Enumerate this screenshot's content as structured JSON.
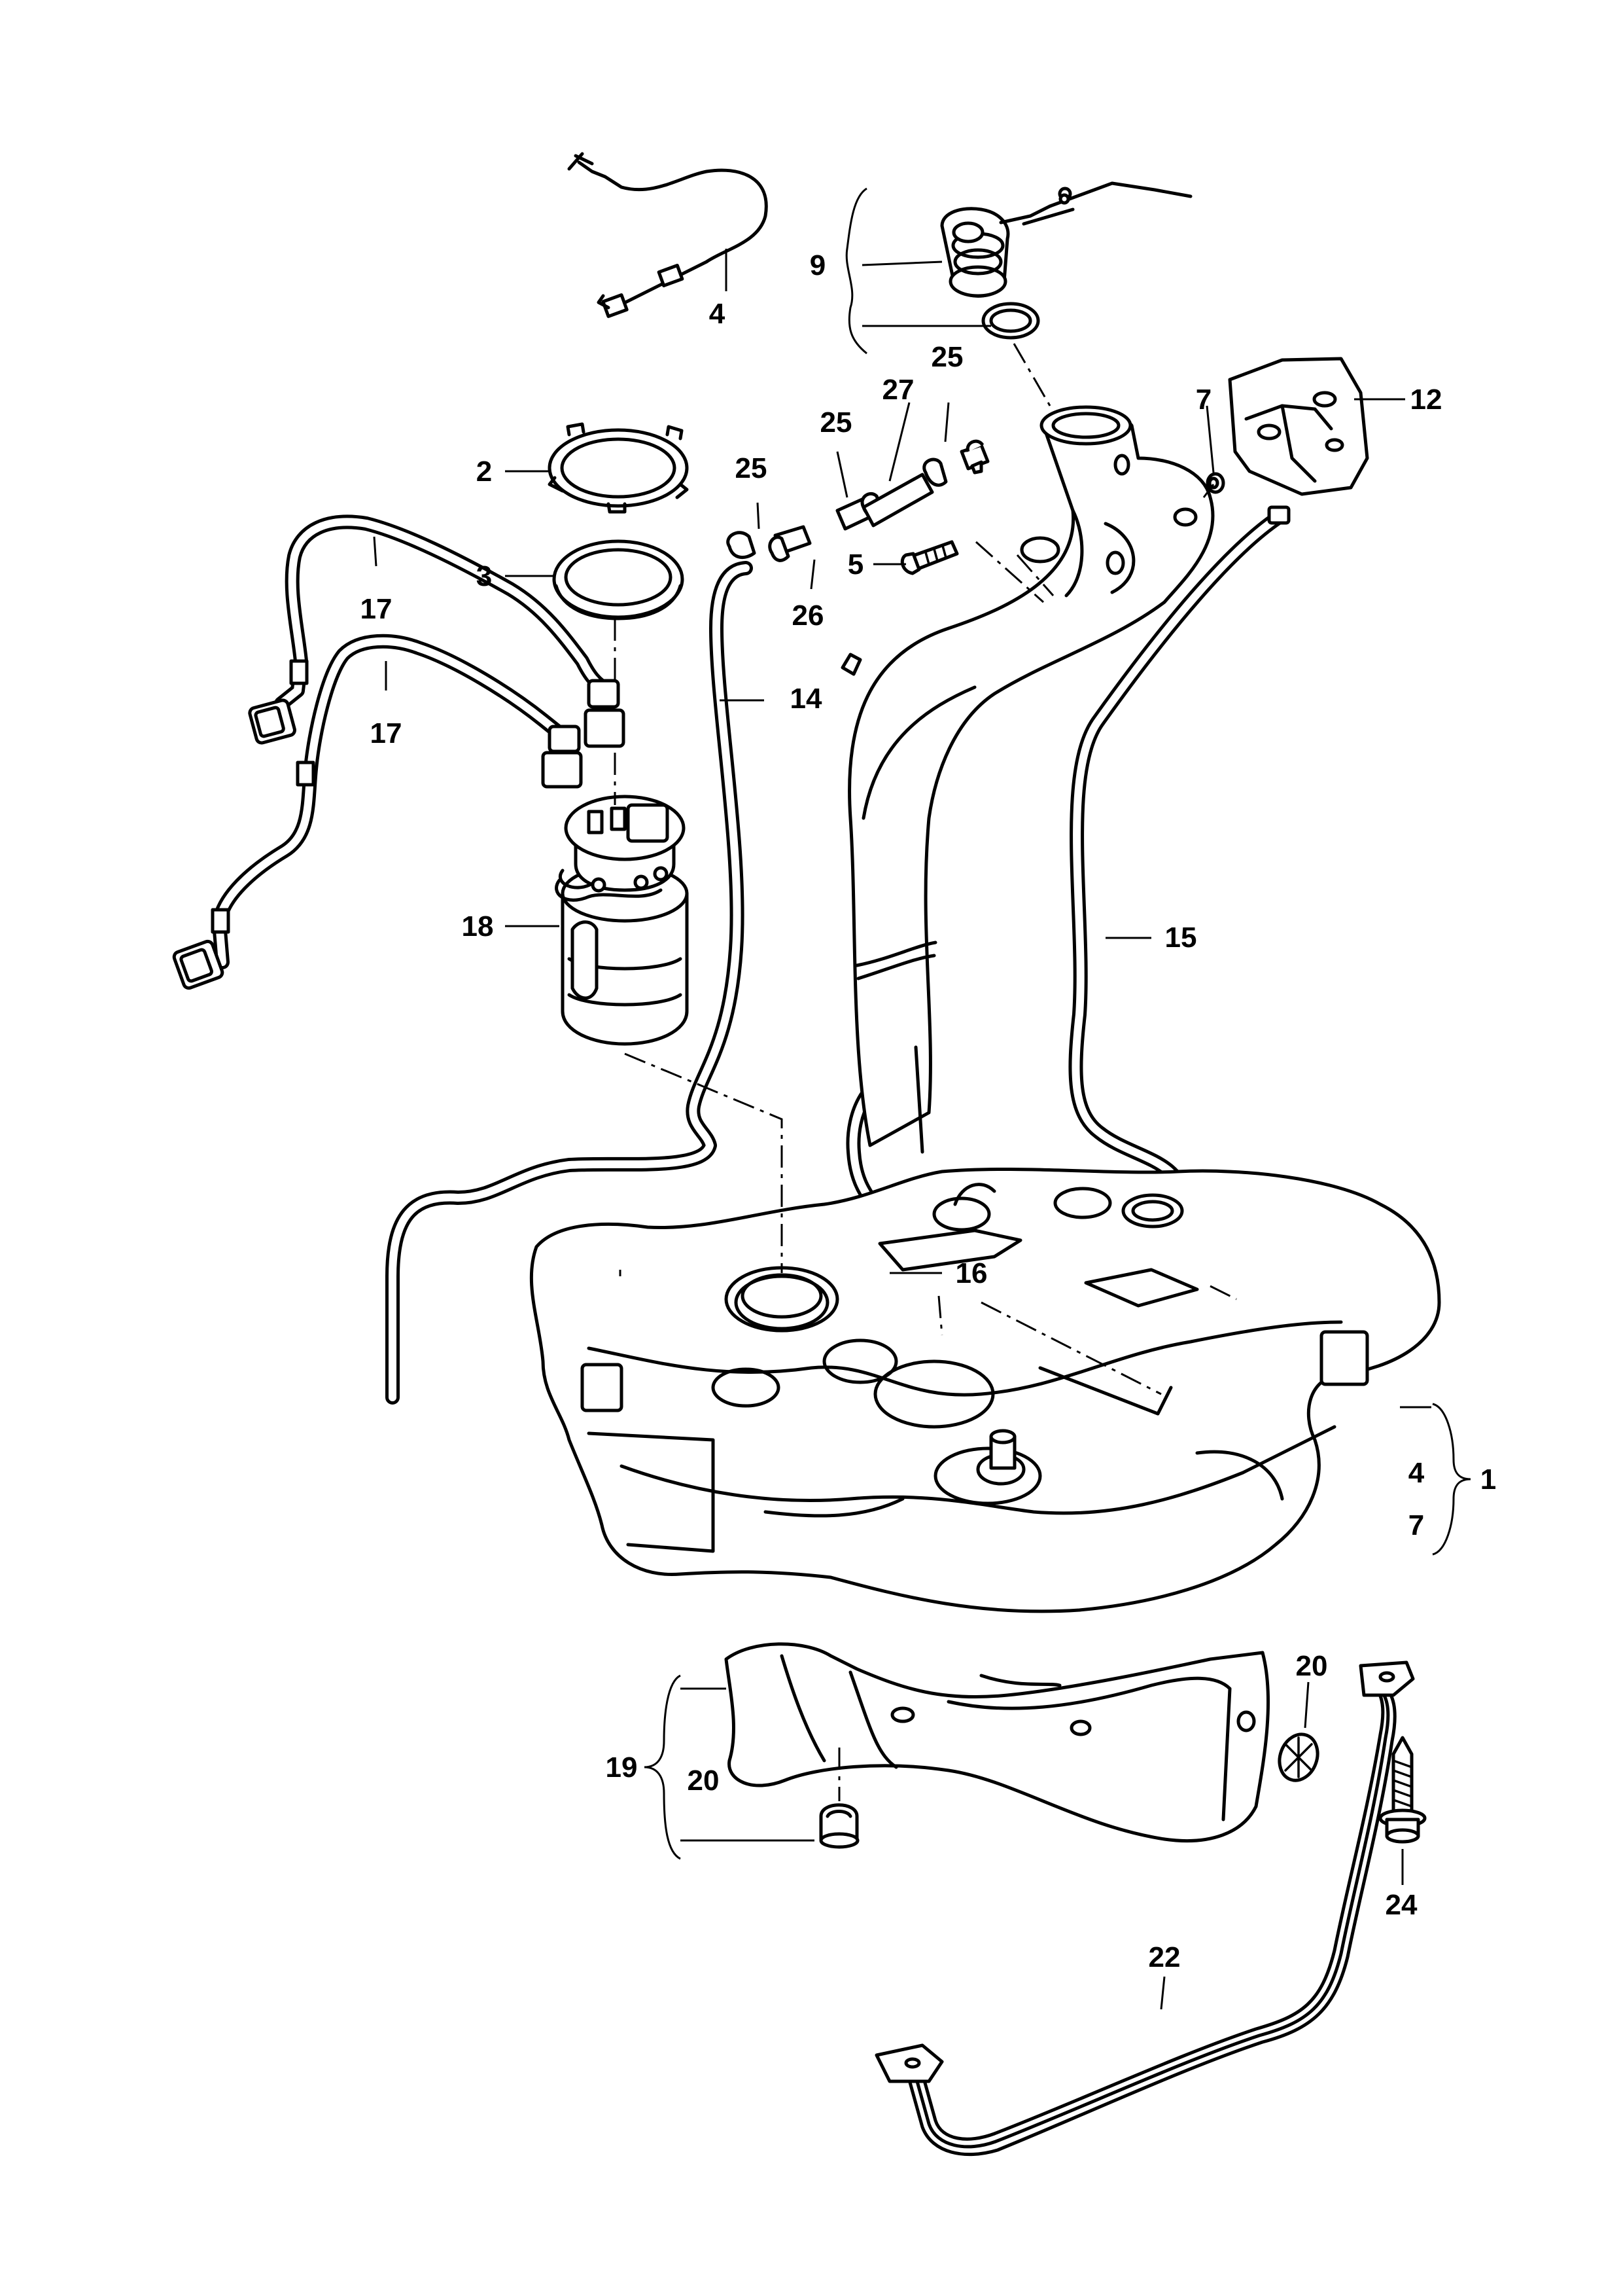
{
  "callouts": {
    "c1": "1",
    "c2": "2",
    "c3": "3",
    "c4_top": "4",
    "c4_group": "4",
    "c5": "5",
    "c7_top": "7",
    "c7_group": "7",
    "c9": "9",
    "c12": "12",
    "c14": "14",
    "c15": "15",
    "c16": "16",
    "c17_upper": "17",
    "c17_lower": "17",
    "c18": "18",
    "c19": "19",
    "c20_left": "20",
    "c20_right": "20",
    "c22": "22",
    "c24": "24",
    "c25_a": "25",
    "c25_b": "25",
    "c25_c": "25",
    "c26": "26",
    "c27": "27"
  }
}
